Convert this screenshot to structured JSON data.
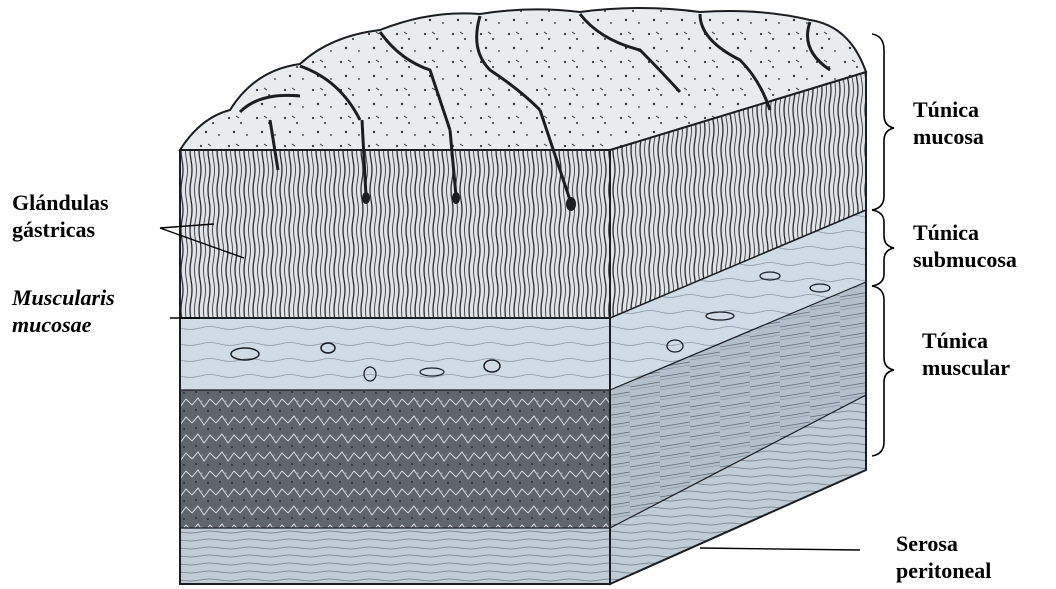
{
  "labels": {
    "glandulas": {
      "line1": "Glándulas",
      "line2": "gástricas"
    },
    "muscularis": {
      "line1": "Muscularis",
      "line2": "mucosae"
    },
    "tunica_mucosa": {
      "line1": "Túnica",
      "line2": "mucosa"
    },
    "tunica_submucosa": {
      "line1": "Túnica",
      "line2": "submucosa"
    },
    "tunica_muscular": {
      "line1": "Túnica",
      "line2": "muscular"
    },
    "serosa": {
      "line1": "Serosa",
      "line2": "peritoneal"
    }
  },
  "colors": {
    "ink": "#1a1d22",
    "mucosa_fill": "#d9dee3",
    "submucosa_fill": "#c9d7e2",
    "muscular_fill": "#6b7178",
    "muscular_side": "#a9b6c1",
    "serosa_fill": "#b7c4cf"
  }
}
